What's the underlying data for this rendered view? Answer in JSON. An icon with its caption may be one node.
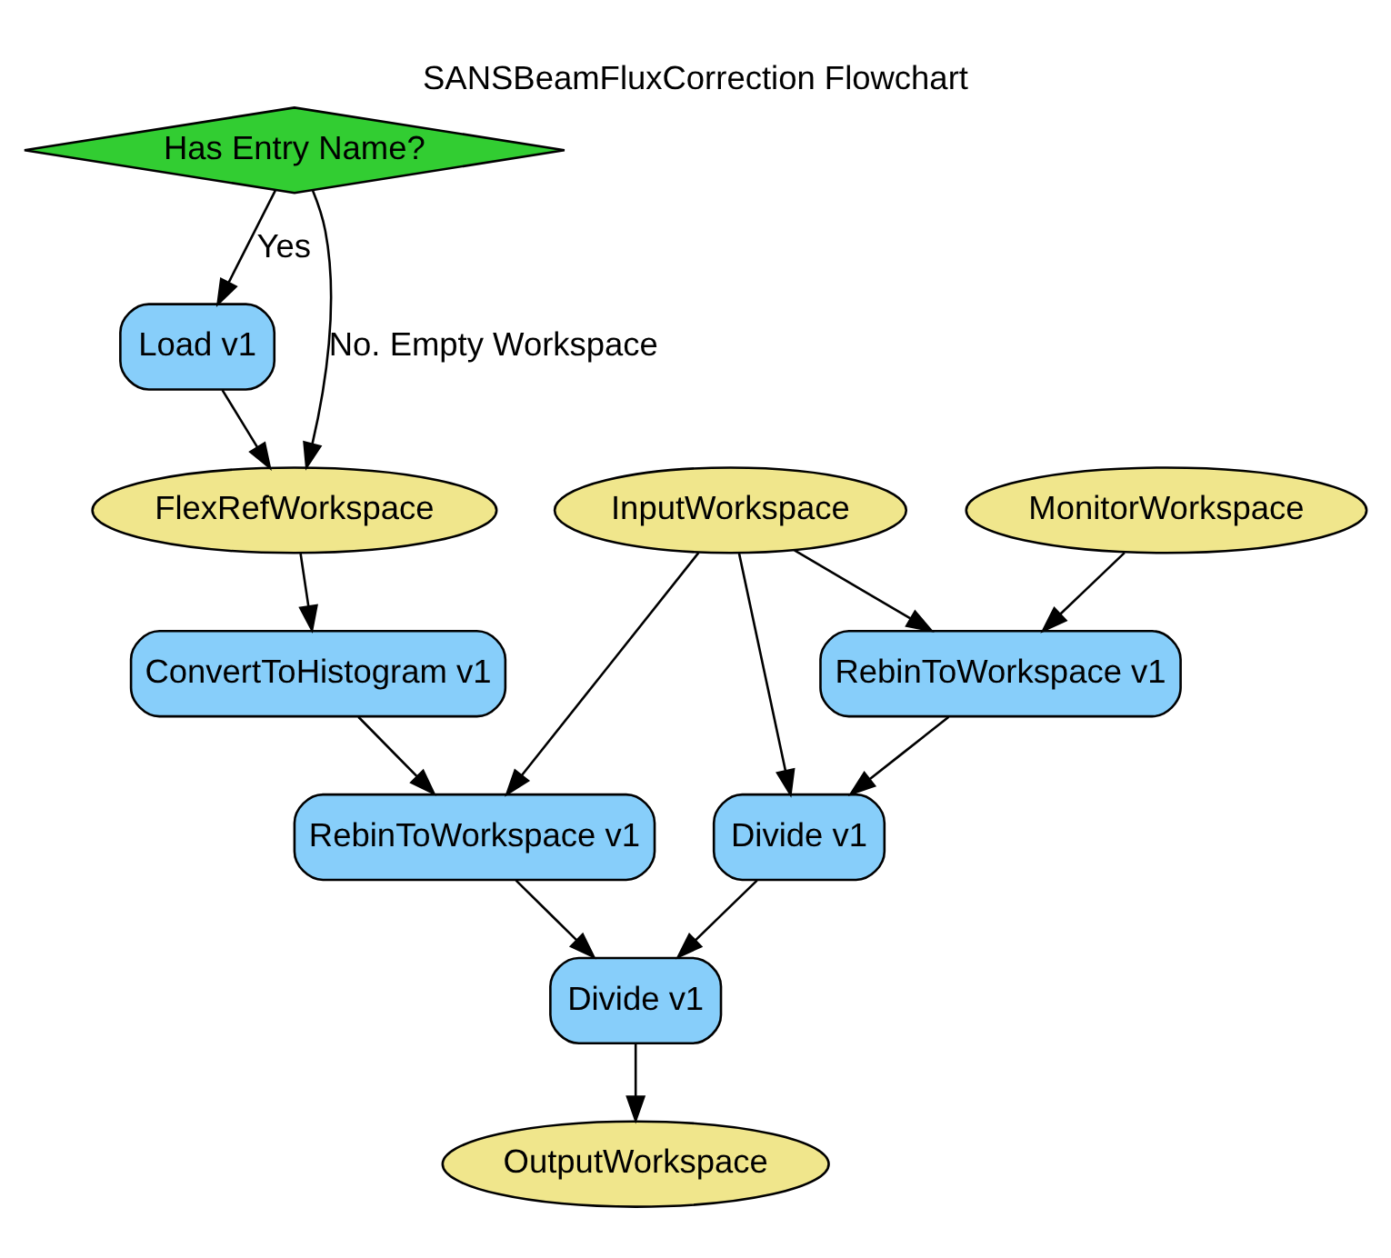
{
  "diagram": {
    "title": "SANSBeamFluxCorrection Flowchart",
    "nodes": [
      {
        "text": [
          "Has Entry Name?"
        ]
      },
      {
        "text": [
          "Load v1"
        ]
      },
      {
        "text": [
          "FlexRefWorkspace"
        ]
      },
      {
        "text": [
          "InputWorkspace"
        ]
      },
      {
        "text": [
          "MonitorWorkspace"
        ]
      },
      {
        "text": [
          "ConvertToHistogram v1"
        ]
      },
      {
        "text": [
          "RebinToWorkspace v1"
        ]
      },
      {
        "text": [
          "RebinToWorkspace v1"
        ]
      },
      {
        "text": [
          "Divide v1"
        ]
      },
      {
        "text": [
          "Divide v1"
        ]
      },
      {
        "text": [
          "OutputWorkspace"
        ]
      }
    ],
    "edges": [
      {
        "from": 0,
        "to": 1,
        "arrow": "to",
        "label": "Yes"
      },
      {
        "from": 0,
        "to": 2,
        "arrow": "to",
        "label": "No. Empty Workspace"
      },
      {
        "from": 1,
        "to": 2,
        "arrow": "to"
      },
      {
        "from": 2,
        "to": 5,
        "arrow": "to"
      },
      {
        "from": 3,
        "to": 7,
        "arrow": "to"
      },
      {
        "from": 3,
        "to": 8,
        "arrow": "to"
      },
      {
        "from": 3,
        "to": 6,
        "arrow": "to"
      },
      {
        "from": 4,
        "to": 6,
        "arrow": "to"
      },
      {
        "from": 5,
        "to": 7,
        "arrow": "to"
      },
      {
        "from": 6,
        "to": 8,
        "arrow": "to"
      },
      {
        "from": 7,
        "to": 9,
        "arrow": "to"
      },
      {
        "from": 8,
        "to": 9,
        "arrow": "to"
      },
      {
        "from": 9,
        "to": 10,
        "arrow": "to"
      }
    ]
  }
}
